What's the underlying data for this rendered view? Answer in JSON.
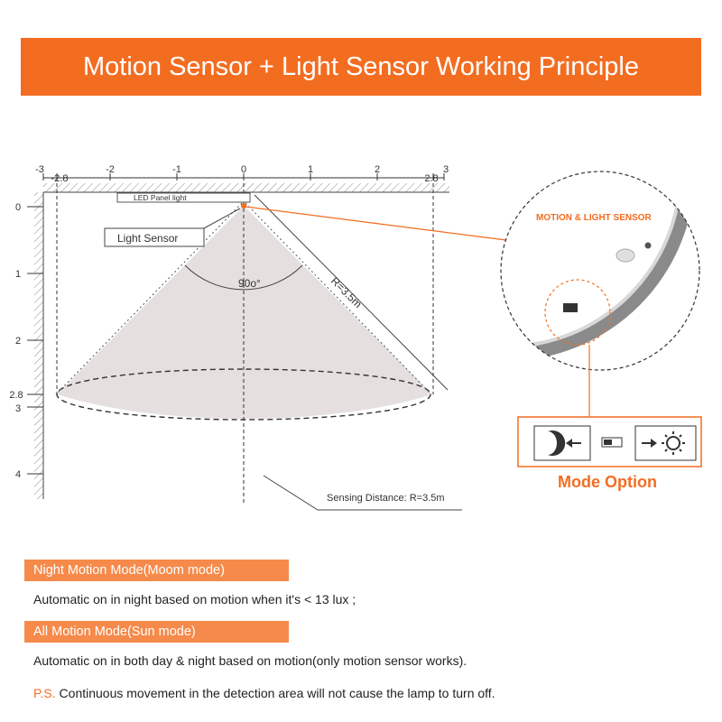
{
  "banner": {
    "title": "Motion Sensor + Light Sensor Working Principle",
    "color": "#f36d21"
  },
  "diagram": {
    "x_ticks": [
      "-3",
      "-2.8",
      "-2",
      "-1",
      "0",
      "1",
      "2",
      "2.8",
      "3"
    ],
    "y_ticks": [
      "0",
      "1",
      "2",
      "2.8",
      "3",
      "4"
    ],
    "led_label": "LED Panel light",
    "light_sensor_label": "Light Sensor",
    "angle_label": "90o°",
    "radius_label": "R=3.5m",
    "sensing_distance_label": "Sensing Distance: R=3.5m"
  },
  "closeup": {
    "sensor_label": "MOTION & LIGHT SENSOR",
    "mode_option_label": "Mode Option",
    "night_icon": "moon-icon",
    "day_icon": "sun-icon",
    "switch_icon": "slide-switch-icon"
  },
  "modes": [
    {
      "title": "Night Motion Mode(Moom mode)",
      "description": "Automatic on in night based on motion when it's < 13 lux ;"
    },
    {
      "title": "All Motion Mode(Sun mode)",
      "description": "Automatic on in both day & night based on motion(only motion sensor works)."
    }
  ],
  "note": {
    "label": "P.S.",
    "text": "Continuous movement in the detection area will not cause the lamp to turn off."
  },
  "colors": {
    "accent": "#f36d21",
    "mode_header": "#f68a4b",
    "cone": "#e5e0df",
    "device_gray": "#8a8a8a"
  }
}
